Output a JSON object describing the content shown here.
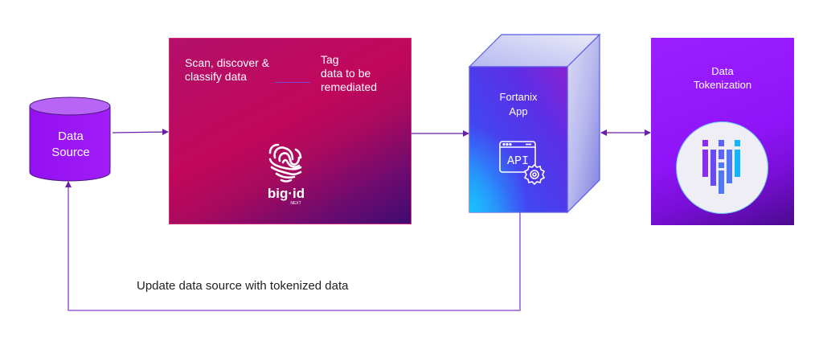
{
  "diagram": {
    "nodes": {
      "data_source": {
        "label_line1": "Data",
        "label_line2": "Source",
        "shape": "cylinder",
        "color": "#9a16f5"
      },
      "bigid": {
        "step1_line1": "Scan, discover &",
        "step1_line2": "classify data",
        "step2_line1": "Tag",
        "step2_line2": "data to be",
        "step2_line3": "remediated",
        "logo_text": "big·id",
        "logo_subtext": "NEXT",
        "logo_icon": "fingerprint-shield-icon",
        "color_start": "#b3106a",
        "color_end": "#3e0b72"
      },
      "fortanix": {
        "label_line1": "Fortanix",
        "label_line2": "App",
        "icon": "api-gear-icon",
        "icon_text": "API",
        "shape": "cube",
        "color": "#5b2cf0"
      },
      "tokenization": {
        "label_line1": "Data",
        "label_line2": "Tokenization",
        "icon": "tokenization-bars-icon",
        "color": "#9c1fff"
      }
    },
    "edges": [
      {
        "from": "data_source",
        "to": "bigid",
        "direction": "forward"
      },
      {
        "from": "bigid",
        "to": "fortanix",
        "direction": "forward"
      },
      {
        "from": "fortanix",
        "to": "tokenization",
        "direction": "bidirectional"
      },
      {
        "from": "fortanix",
        "to": "data_source",
        "direction": "forward",
        "label": "Update data source with tokenized data"
      }
    ],
    "edge_color": "#7a2fb8"
  }
}
